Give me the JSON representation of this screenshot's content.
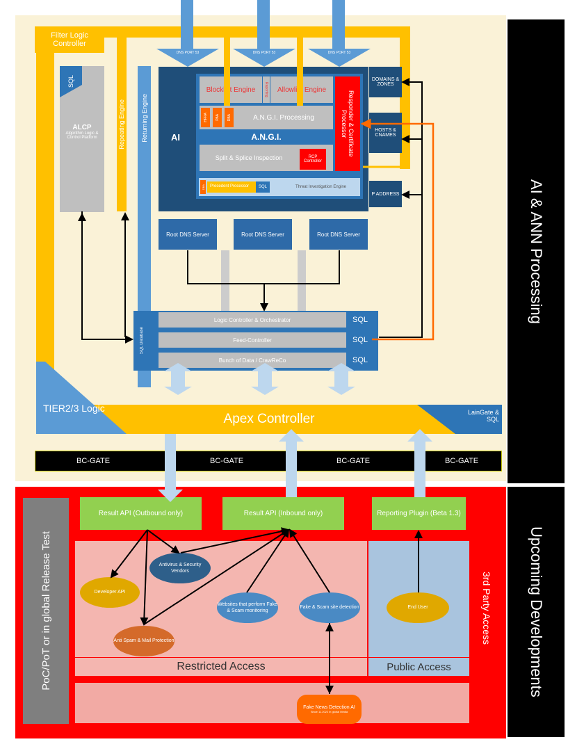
{
  "top": {
    "filter_logic": "Filter Logic Controller",
    "sql": "SQL",
    "alcp_title": "ALCP",
    "alcp_sub": "Algorithm Logic & Control Platform",
    "repeating": "Repeating Engine",
    "returning": "Returning Engine",
    "ai": "AI",
    "dns_port": "DNS PORT 53",
    "blocklist": "Blocklist Engine",
    "allowlist": "Allowlist Engine",
    "reporting": "Reporting",
    "angi_processing": "A.N.G.I. Processing",
    "hfra": "HFRA",
    "paa": "PAA",
    "dba": "DBA",
    "angi": "A.N.G.I.",
    "split": "Split & Splice Inspection",
    "rcp": "RCP Controller",
    "responder": "Responder & Certificate Processor",
    "precedent": "Precedent Processor",
    "threat": "Threat Investigation Engine",
    "domains": "DOMAINS & ZONES",
    "hosts": "HOSTS & CNAMES",
    "ip": "P ADDRESS",
    "root_dns": "Root DNS Server",
    "logic_ctrl": "Logic Controller & Orchestrator",
    "feed_ctrl": "Feed-Controller",
    "bunch": "Bunch of Data / CrawReCo",
    "sql_db": "SQL Database",
    "tier": "TIER2/3 Logic",
    "apex": "Apex Controller",
    "laingate": "LainGate & SQL",
    "bc_gate": "BC-GATE",
    "side_title": "AI & ANN Processing"
  },
  "bottom": {
    "poc": "PoC/PoT or in global Release Test",
    "api_out": "Result API (Outbound only)",
    "api_in": "Result API (Inbound only)",
    "reporting_plugin": "Reporting Plugin (Beta 1.3)",
    "developer": "Developer API",
    "antivirus": "Antivirus & Security Vendors",
    "antispam": "Anti Spam & Mail Protection",
    "websites": "Websites that perform Fake & Scam monitoring",
    "fakescam": "Fake & Scam site detection",
    "end_user": "End User",
    "fakenews": "Fake News Detection AI",
    "fakenews_sub": "Since 11.2022 in global Media",
    "restricted": "Restricted Access",
    "public": "Public Access",
    "third_party": "3rd Party Access",
    "side_title": "Upcoming Developments"
  }
}
